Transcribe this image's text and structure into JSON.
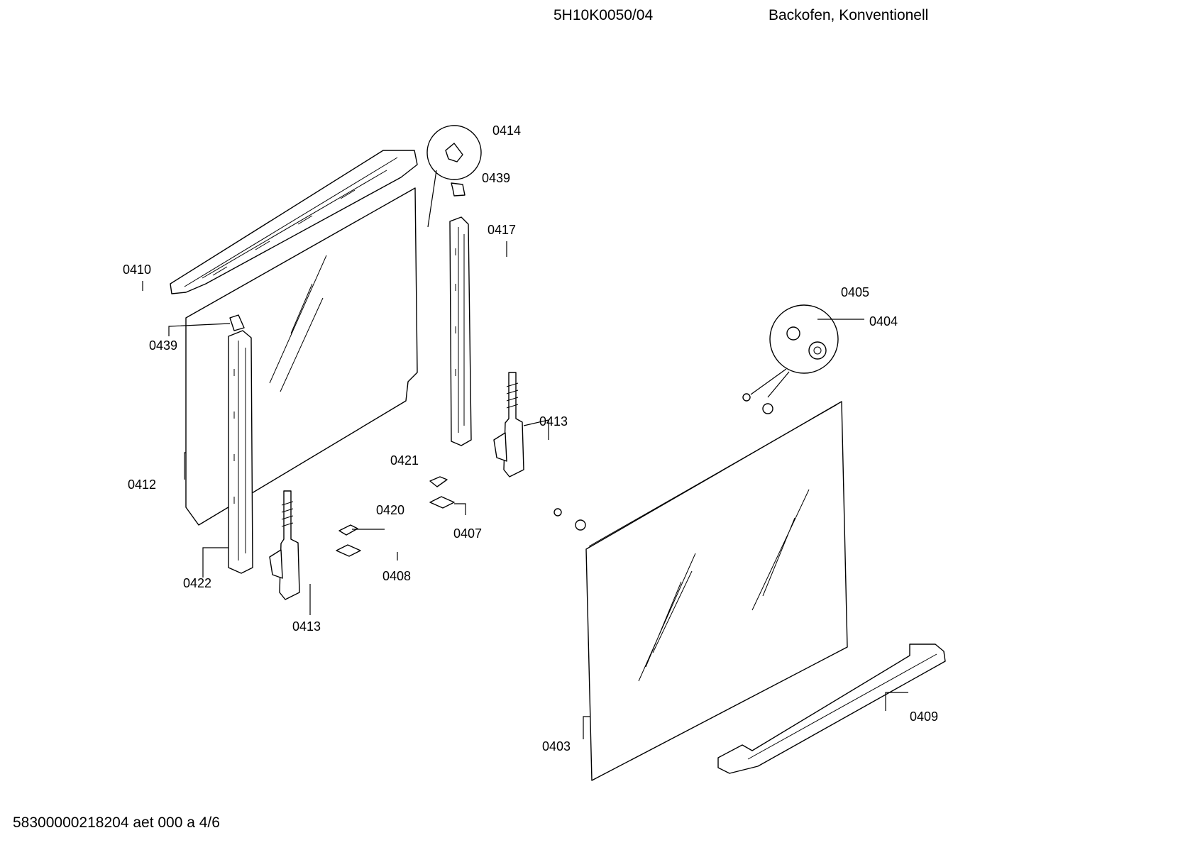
{
  "header": {
    "model_number": "5H10K0050/04",
    "title": "Backofen, Konventionell"
  },
  "footer": {
    "document_id": "58300000218204 aet 000 a 4/6"
  },
  "part_labels": {
    "p0414": "0414",
    "p0439a": "0439",
    "p0417": "0417",
    "p0410": "0410",
    "p0439b": "0439",
    "p0412": "0412",
    "p0422": "0422",
    "p0413a": "0413",
    "p0413b": "0413",
    "p0421": "0421",
    "p0420": "0420",
    "p0408": "0408",
    "p0407": "0407",
    "p0405": "0405",
    "p0404": "0404",
    "p0409": "0409",
    "p0403": "0403"
  }
}
